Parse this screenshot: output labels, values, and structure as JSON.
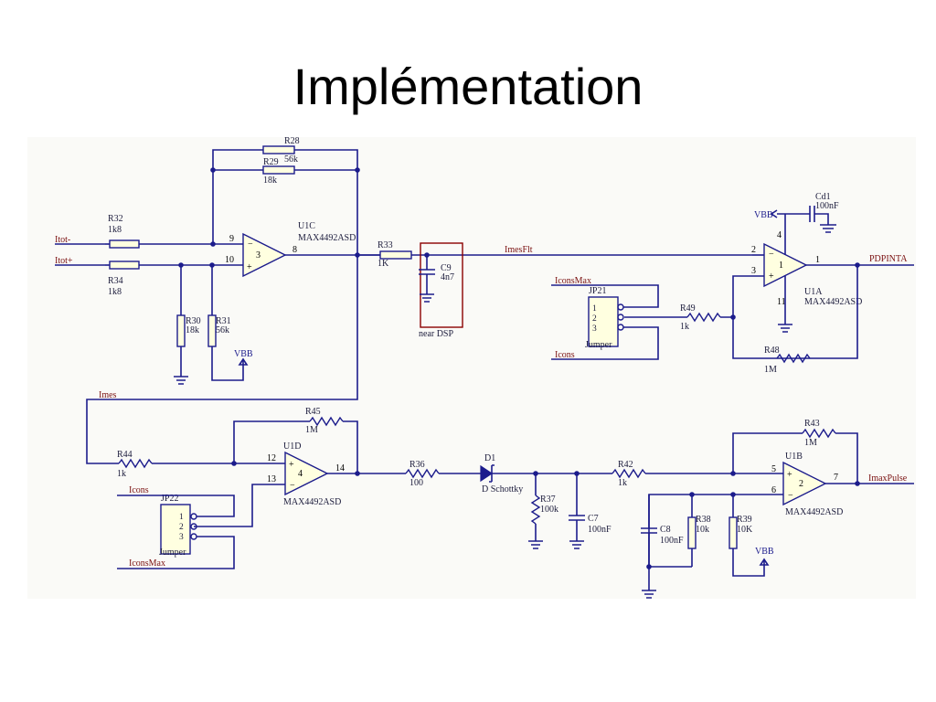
{
  "slide": {
    "title": "Implémentation"
  },
  "net_labels": {
    "itot_minus": "Itot-",
    "itot_plus": "Itot+",
    "imes": "Imes",
    "imesflt": "ImesFlt",
    "pdpinta": "PDPINTA",
    "imaxpulse": "ImaxPulse",
    "iconsmax_top": "IconsMax",
    "icons_top": "Icons",
    "icons_bottom": "Icons",
    "iconsmax_bottom": "IconsMax",
    "near_dsp": "near DSP"
  },
  "power_labels": {
    "vbb_1": "VBB",
    "vbb_2": "VBB",
    "vbb_3": "VBB"
  },
  "components": {
    "r28": {
      "ref": "R28",
      "value": "56k"
    },
    "r29": {
      "ref": "R29",
      "value": "18k"
    },
    "r32": {
      "ref": "R32",
      "value": "1k8"
    },
    "r34": {
      "ref": "R34",
      "value": "1k8"
    },
    "r30": {
      "ref": "R30",
      "value": "18k"
    },
    "r31": {
      "ref": "R31",
      "value": "56k"
    },
    "r33": {
      "ref": "R33",
      "value": "1K"
    },
    "c9": {
      "ref": "C9",
      "value": "4n7"
    },
    "u1c": {
      "ref": "U1C",
      "part": "MAX4492ASD",
      "unit": "3",
      "pin_inv": "9",
      "pin_noninv": "10",
      "pin_out": "8"
    },
    "u1a": {
      "ref": "U1A",
      "part": "MAX4492ASD",
      "unit": "1",
      "pin_inv": "2",
      "pin_noninv": "3",
      "pin_out": "1",
      "pin_vcc": "4",
      "pin_gnd": "11"
    },
    "cd1": {
      "ref": "Cd1",
      "value": "100nF"
    },
    "jp21": {
      "ref": "JP21",
      "value": "Jumper",
      "pins": [
        "1",
        "2",
        "3"
      ]
    },
    "r49": {
      "ref": "R49",
      "value": "1k"
    },
    "r48": {
      "ref": "R48",
      "value": "1M"
    },
    "r45": {
      "ref": "R45",
      "value": "1M"
    },
    "u1d": {
      "ref": "U1D",
      "part": "MAX4492ASD",
      "unit": "4",
      "pin_noninv": "12",
      "pin_inv": "13",
      "pin_out": "14"
    },
    "r44": {
      "ref": "R44",
      "value": "1k"
    },
    "jp22": {
      "ref": "JP22",
      "value": "Jumper",
      "pins": [
        "1",
        "2",
        "3"
      ]
    },
    "r36": {
      "ref": "R36",
      "value": "100"
    },
    "d1": {
      "ref": "D1",
      "value": "D Schottky"
    },
    "r37": {
      "ref": "R37",
      "value": "100k"
    },
    "c7": {
      "ref": "C7",
      "value": "100nF"
    },
    "r42": {
      "ref": "R42",
      "value": "1k"
    },
    "c8": {
      "ref": "C8",
      "value": "100nF"
    },
    "r38": {
      "ref": "R38",
      "value": "10k"
    },
    "r39": {
      "ref": "R39",
      "value": "10K"
    },
    "r43": {
      "ref": "R43",
      "value": "1M"
    },
    "u1b": {
      "ref": "U1B",
      "part": "MAX4492ASD",
      "unit": "2",
      "pin_noninv": "5",
      "pin_inv": "6",
      "pin_out": "7"
    }
  },
  "colors": {
    "wire": "#1c1c8c",
    "component_fill": "#ffffe0",
    "net_label": "#7a1010",
    "sheet_background": "#fafaf7"
  }
}
